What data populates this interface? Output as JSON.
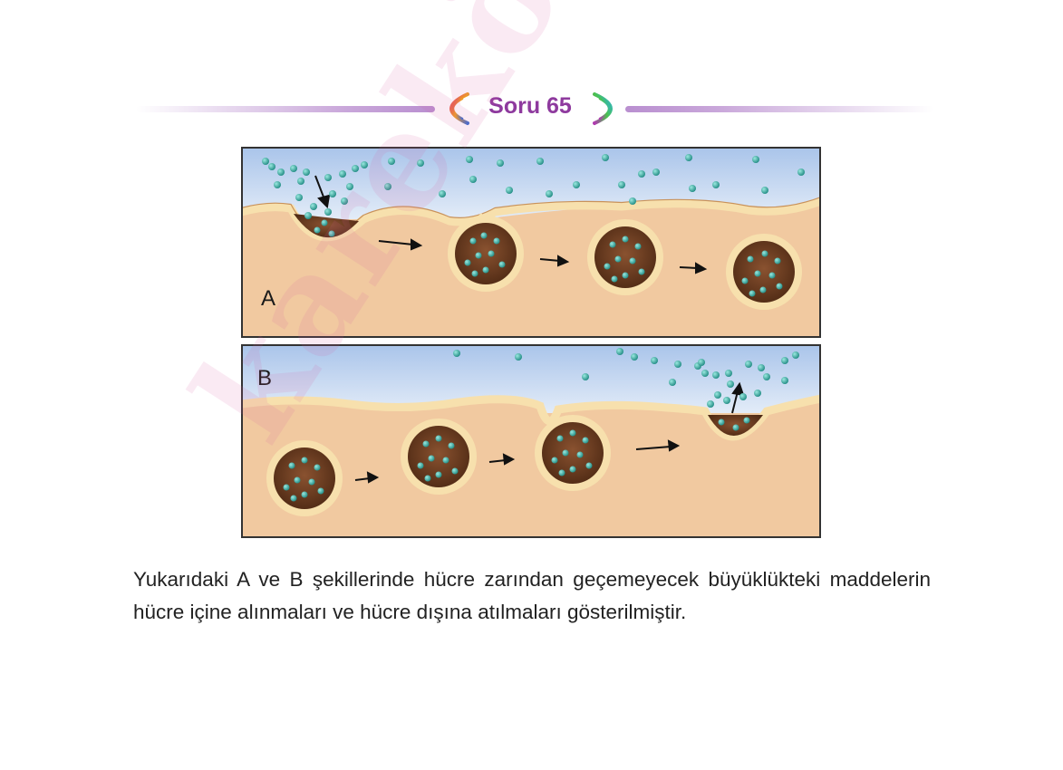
{
  "header": {
    "title": "Soru 65",
    "accent_color": "#8e3a9e",
    "line_color": "#c9a7da"
  },
  "figure": {
    "panel_a": {
      "label": "A"
    },
    "panel_b": {
      "label": "B"
    },
    "colors": {
      "extracellular": "#bcd3ee",
      "cytoplasm": "#f1c9a0",
      "membrane": "#f6deae",
      "vesicle_inside": "#6b3a1f",
      "particle": "#2fa39a"
    }
  },
  "question": {
    "text": "Yukarıdaki A ve B şekillerinde hücre zarından geçemeyecek büyüklükteki maddelerin hücre içine alınmaları ve hücre dışına atılmaları gösterilmiştir."
  },
  "watermark": {
    "text": "karekök"
  }
}
